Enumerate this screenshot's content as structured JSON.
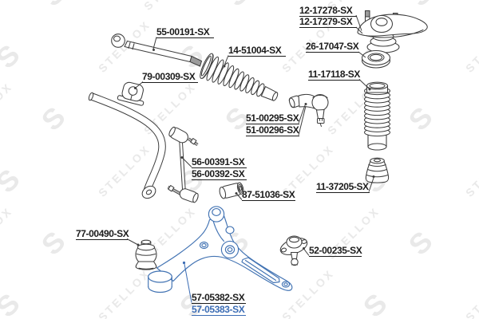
{
  "diagram": {
    "type": "auto-parts-exploded-diagram",
    "watermark": {
      "brand": "STELLOX",
      "logo_glyph": "S"
    },
    "colors": {
      "line": "#3d3d3d",
      "highlight_blue": "#4273b3",
      "label_text": "#1c1c1c",
      "label_highlight": "#3b6cb4",
      "watermark": "#e9e9e9",
      "background": "#ffffff"
    },
    "highlighted_part": "57-05383-SX",
    "parts": [
      {
        "id": "inner-tie-rod",
        "number": "55-00191-SX",
        "highlighted": false
      },
      {
        "id": "strut-mount-1",
        "number": "12-17278-SX",
        "highlighted": false
      },
      {
        "id": "strut-mount-2",
        "number": "12-17279-SX",
        "highlighted": false
      },
      {
        "id": "steering-rack-boot",
        "number": "14-51004-SX",
        "highlighted": false
      },
      {
        "id": "strut-bearing",
        "number": "26-17047-SX",
        "highlighted": false
      },
      {
        "id": "stabilizer-bar-bushing",
        "number": "79-00309-SX",
        "highlighted": false
      },
      {
        "id": "shock-absorber-boot",
        "number": "11-17118-SX",
        "highlighted": false
      },
      {
        "id": "tie-rod-end-1",
        "number": "51-00295-SX",
        "highlighted": false
      },
      {
        "id": "tie-rod-end-2",
        "number": "51-00296-SX",
        "highlighted": false
      },
      {
        "id": "stabilizer-link-1",
        "number": "56-00391-SX",
        "highlighted": false
      },
      {
        "id": "stabilizer-link-2",
        "number": "56-00392-SX",
        "highlighted": false
      },
      {
        "id": "small-arm-bushing",
        "number": "87-51036-SX",
        "highlighted": false
      },
      {
        "id": "bump-stop",
        "number": "11-37205-SX",
        "highlighted": false
      },
      {
        "id": "ball-joint",
        "number": "52-00235-SX",
        "highlighted": false
      },
      {
        "id": "control-arm-bushing",
        "number": "77-00490-SX",
        "highlighted": false
      },
      {
        "id": "control-arm-1",
        "number": "57-05382-SX",
        "highlighted": false
      },
      {
        "id": "control-arm-2",
        "number": "57-05383-SX",
        "highlighted": true
      }
    ]
  }
}
